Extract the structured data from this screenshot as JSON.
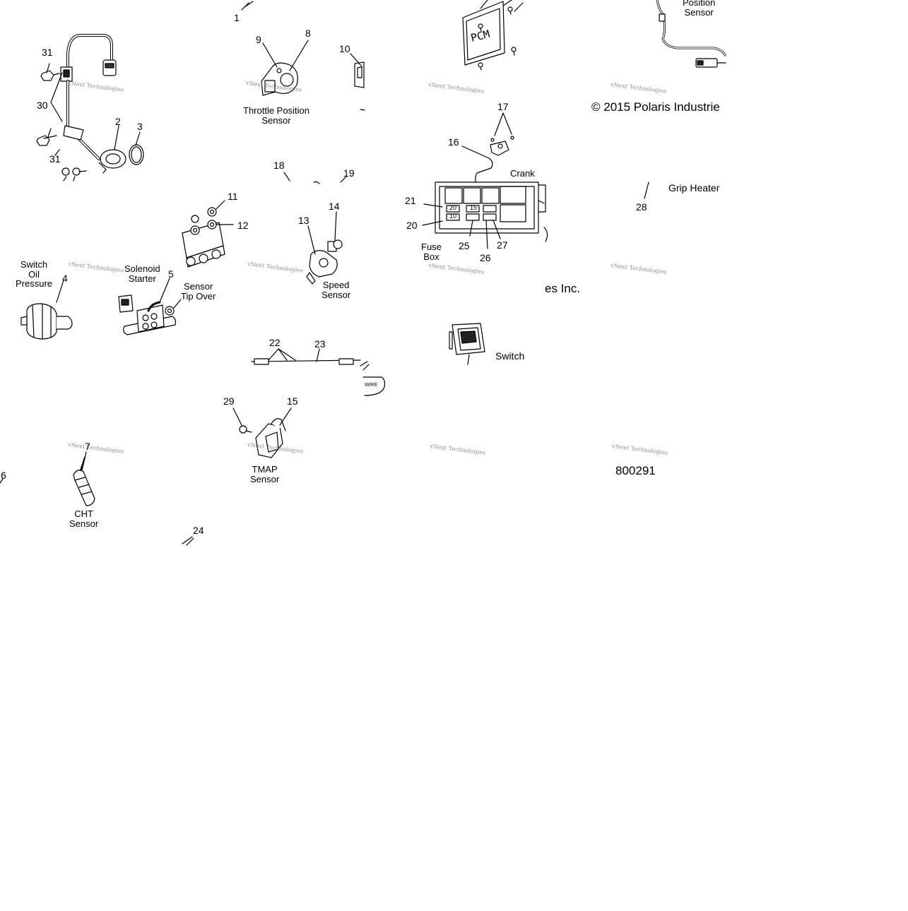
{
  "colors": {
    "line": "#000000",
    "part_fill": "#ffffff",
    "watermark": "#777777"
  },
  "part_numbers": {
    "n1": "1",
    "n2": "2",
    "n3": "3",
    "n4": "4",
    "n5": "5",
    "n6": "6",
    "n7": "7",
    "n8": "8",
    "n9": "9",
    "n10": "10",
    "n11": "11",
    "n12": "12",
    "n13": "13",
    "n14": "14",
    "n15": "15",
    "n16": "16",
    "n17": "17",
    "n18": "18",
    "n19": "19",
    "n20a": "20",
    "n20b": "20",
    "n21": "21",
    "n22": "22",
    "n23": "23",
    "n24": "24",
    "n25": "25",
    "n26": "26",
    "n27": "27",
    "n28": "28",
    "n29": "29",
    "n30": "30",
    "n31a": "31",
    "n31b": "31",
    "fuse_15": "15",
    "fuse_10": "10"
  },
  "callouts": {
    "position_sensor": [
      "Position",
      "Sensor"
    ],
    "throttle_position_sensor": [
      "Throttle Position",
      "Sensor"
    ],
    "crank": "Crank",
    "grip_heater": "Grip Heater",
    "switch_oil_pressure": [
      "Switch",
      "Oil",
      "Pressure"
    ],
    "solenoid_starter": [
      "Solenoid",
      "Starter"
    ],
    "sensor_tip_over": [
      "Sensor",
      "Tip Over"
    ],
    "speed_sensor": [
      "Speed",
      "Sensor"
    ],
    "fuse_box": [
      "Fuse",
      "Box"
    ],
    "switch": "Switch",
    "tmap_sensor": [
      "TMAP",
      "Sensor"
    ],
    "cht_sensor": [
      "CHT",
      "Sensor"
    ],
    "pcm": "PCM",
    "wire": "WIRE"
  },
  "copyright": "© 2015 Polaris Industrie",
  "copyright_fragment": "es Inc.",
  "figure_number": "800291",
  "watermark_text": "vNext Technologies"
}
